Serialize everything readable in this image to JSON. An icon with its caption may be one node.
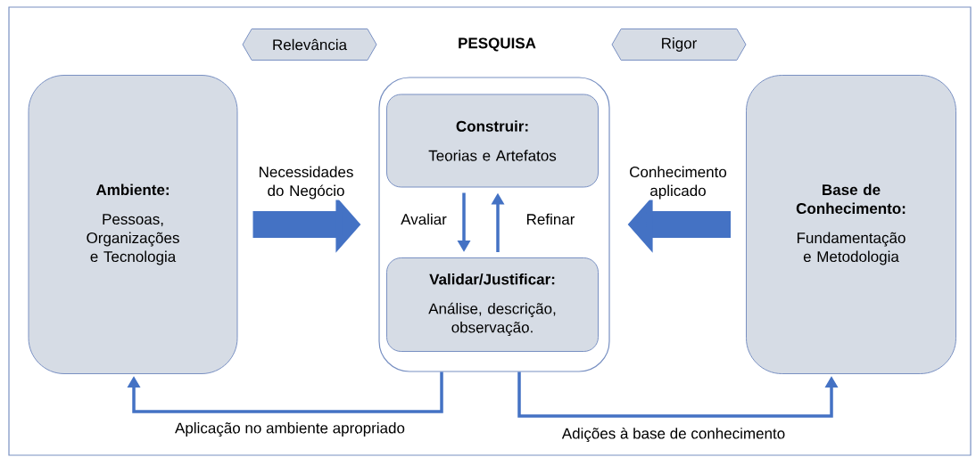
{
  "diagram": {
    "nodes": [
      {
        "text": [
          "Relevância"
        ]
      },
      {
        "text": [
          "Rigor"
        ]
      },
      {
        "text": [
          "Ambiente:",
          "Pessoas, Organizações e Tecnologia"
        ]
      },
      {
        "text": [
          "PESQUISA"
        ]
      },
      {
        "text": [
          "Construir:",
          "Teorias e Artefatos"
        ],
        "in": 3
      },
      {
        "text": [
          "Validar/Justificar:",
          "Análise, descrição, observação."
        ],
        "in": 3
      },
      {
        "text": [
          "Base de Conhecimento:",
          "Fundamentação e Metodologia"
        ]
      }
    ],
    "edges": [
      {
        "from": 2,
        "to": 3,
        "arrow": "to",
        "label": "Necessidades do Negócio",
        "style": "thick"
      },
      {
        "from": 6,
        "to": 3,
        "arrow": "to",
        "label": "Conhecimento aplicado",
        "style": "thick"
      },
      {
        "from": 4,
        "to": 5,
        "arrow": "to",
        "label": "Avaliar"
      },
      {
        "from": 5,
        "to": 4,
        "arrow": "to",
        "label": "Refinar"
      },
      {
        "from": 3,
        "to": 2,
        "arrow": "to",
        "label": "Aplicação no ambiente apropriado"
      },
      {
        "from": 3,
        "to": 6,
        "arrow": "to",
        "label": "Adições à base de conhecimento"
      }
    ]
  }
}
